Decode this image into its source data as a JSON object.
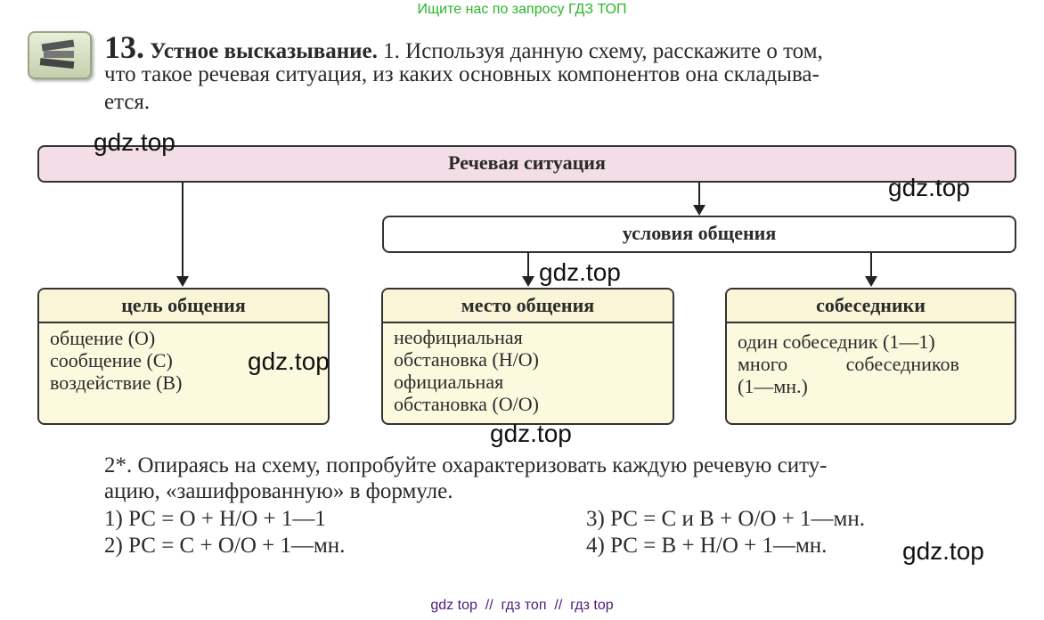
{
  "top_banner": "Ищите нас по запросу ГДЗ ТОП",
  "exercise": {
    "number": "13.",
    "title": "Устное высказывание.",
    "line1": "1. Используя данную схему, расскажите о том,",
    "line2": "что такое речевая ситуация, из каких основных компонентов она складыва-",
    "line3": "ется."
  },
  "diagram": {
    "root": "Речевая ситуация",
    "conditions": "условия общения",
    "cards": [
      {
        "title": "цель общения",
        "lines": [
          "общение (О)",
          "сообщение (С)",
          "воздействие (В)"
        ]
      },
      {
        "title": "место общения",
        "lines": [
          "неофициальная",
          "обстановка (Н/О)",
          "официальная",
          "обстановка (О/О)"
        ]
      },
      {
        "title": "собеседники",
        "lines": [
          "один собеседник (1—1)",
          "много собеседников",
          "(1—мн.)"
        ]
      }
    ]
  },
  "task2": {
    "line1": "2*. Опираясь на схему, попробуйте охарактеризовать каждую речевую ситу-",
    "line2": "ацию, «зашифрованную» в формуле.",
    "formulas": [
      "1) РС = О + Н/О + 1—1",
      "2) РС = С + О/О + 1—мн.",
      "3) РС = С и В + О/О + 1—мн.",
      "4) РС = В + Н/О + 1—мн."
    ]
  },
  "watermarks": [
    "gdz.top",
    "gdz.top",
    "gdz.top",
    "gdz.top",
    "gdz.top",
    "gdz.top"
  ],
  "footer": "gdz top  //  гдз топ  //  гдз top",
  "colors": {
    "banner": "#2ab52a",
    "footer": "#4b1a7a",
    "root_fill": "#f3dde6",
    "card_fill": "#fdf9df"
  }
}
